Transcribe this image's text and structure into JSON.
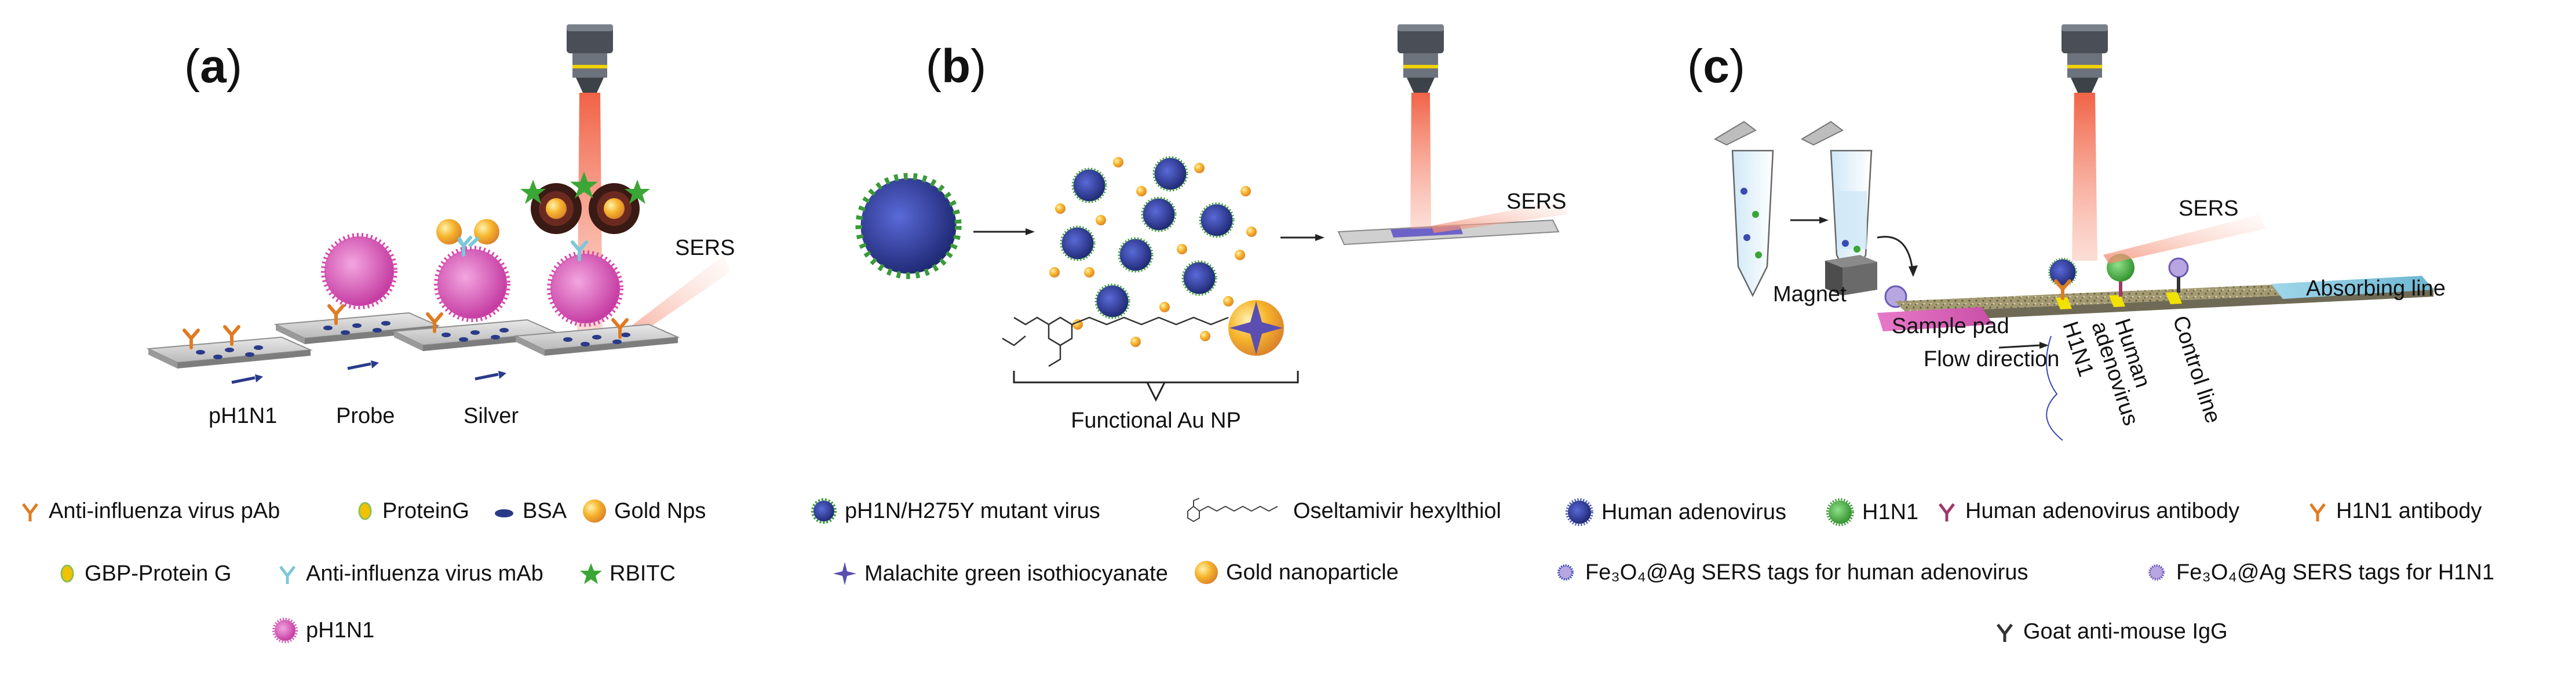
{
  "panels": {
    "a": {
      "letter": "a",
      "steps": [
        "pH1N1",
        "Probe",
        "Silver"
      ],
      "sers": "SERS",
      "legend": [
        {
          "icon": "y-antibody-icon",
          "label": "Anti-influenza virus pAb",
          "color": "#e07b22"
        },
        {
          "icon": "protein-g-icon",
          "label": "ProteinG",
          "color": "#f2c200"
        },
        {
          "icon": "bsa-icon",
          "label": "BSA",
          "color": "#2a3a8a"
        },
        {
          "icon": "gold-np-icon",
          "label": "Gold Nps",
          "color": "#f5a623"
        },
        {
          "icon": "gbp-protein-g-icon",
          "label": "GBP-Protein G",
          "color": "#f2c200"
        },
        {
          "icon": "mab-icon",
          "label": "Anti-influenza virus mAb",
          "color": "#7cc7d8"
        },
        {
          "icon": "star-icon",
          "label": "RBITC",
          "color": "#3aa635"
        },
        {
          "icon": "ph1n1-virus-icon",
          "label": "pH1N1",
          "color": "#d64ab0"
        }
      ]
    },
    "b": {
      "letter": "b",
      "sers": "SERS",
      "caption": "Functional Au NP",
      "legend": [
        {
          "icon": "mutant-virus-icon",
          "label": "pH1N/H275Y mutant virus",
          "color": "#2d3a9a"
        },
        {
          "icon": "oseltamivir-icon",
          "label": "Oseltamivir hexylthiol",
          "color": "#444444"
        },
        {
          "icon": "malachite-green-icon",
          "label": "Malachite green isothiocyanate",
          "color": "#5a4fb0"
        },
        {
          "icon": "gold-nanoparticle-icon",
          "label": "Gold nanoparticle",
          "color": "#f5a623"
        }
      ]
    },
    "c": {
      "letter": "c",
      "sers": "SERS",
      "magnet": "Magnet",
      "sample_pad": "Sample pad",
      "flow": "Flow direction",
      "absorbing": "Absorbing line",
      "line_h1n1": "H1N1",
      "line_adeno_1": "Human",
      "line_adeno_2": "adenovirus",
      "line_control": "Control line",
      "legend": {
        "human_adenovirus": "Human adenovirus",
        "h1n1": "H1N1",
        "adenovirus_antibody": "Human adenovirus antibody",
        "h1n1_antibody": "H1N1 antibody",
        "tags_adeno": "Fe₃O₄@Ag SERS tags for human adenovirus",
        "tags_h1n1": "Fe₃O₄@Ag SERS tags for H1N1",
        "goat_igg": "Goat anti-mouse IgG"
      }
    }
  }
}
